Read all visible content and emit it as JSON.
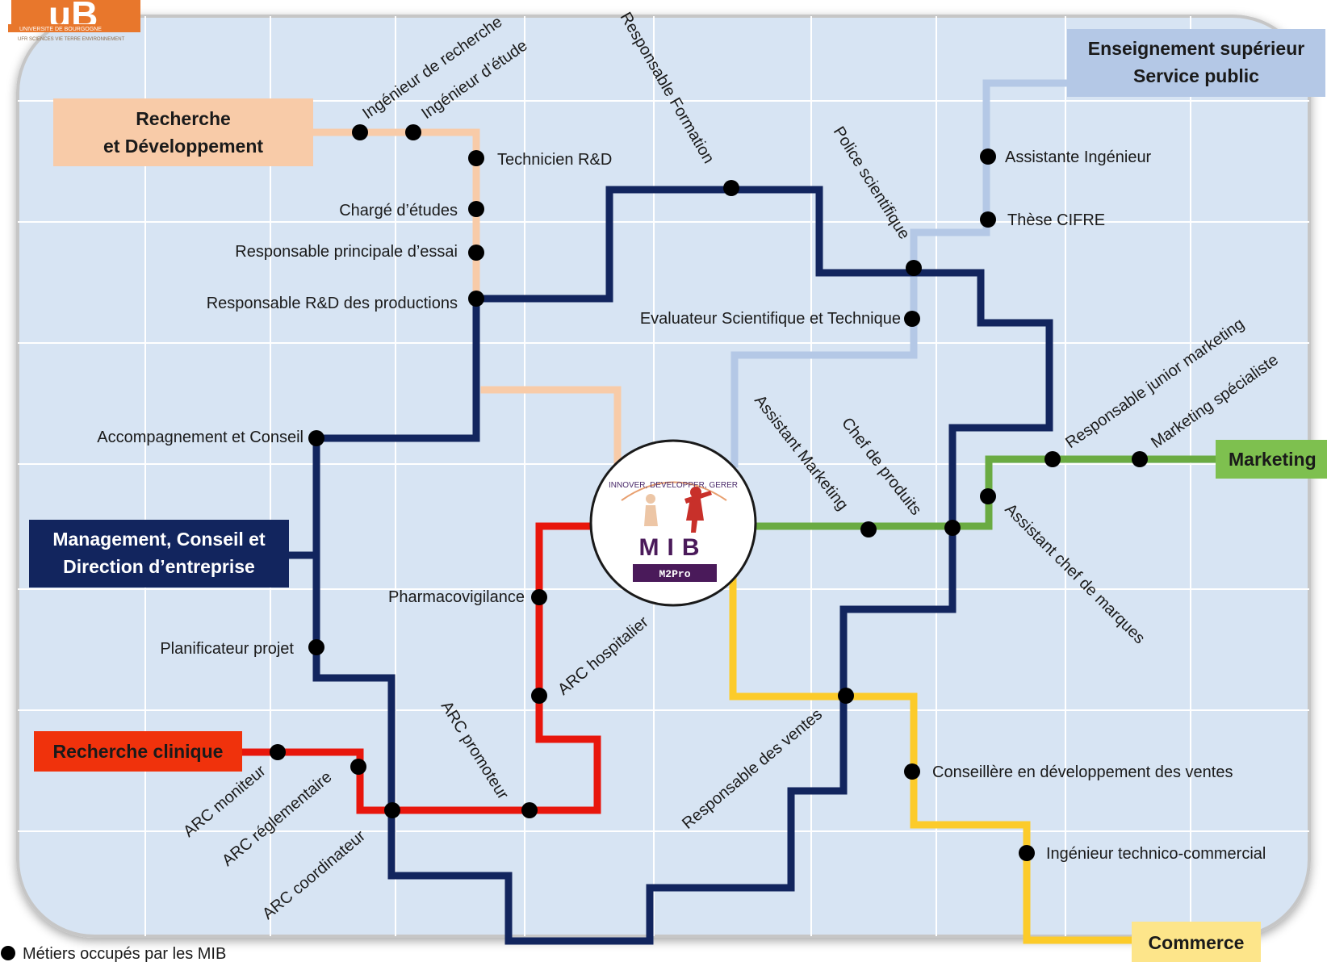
{
  "logo": {
    "initials": "uB",
    "university": "UNIVERSITE DE BOURGOGNE",
    "ufr": "UFR SCIENCES VIE TERRE ENVIRONNEMENT"
  },
  "center_logo": {
    "tagline": "INNOVER, DEVELOPPER, GERER",
    "title": "MIB",
    "subtitle": "M2Pro"
  },
  "colors": {
    "rd": "#f8cba8",
    "management": "#12255e",
    "clinique": "#e8160c",
    "marketing": "#6aab42",
    "commerce": "#fccb2a",
    "enseignement": "#b4c8e6",
    "background": "#d7e4f3",
    "grid": "#ffffff"
  },
  "lines": [
    {
      "id": "rd",
      "label": [
        "Recherche",
        "et Développement"
      ],
      "stations": [
        "Ingénieur de recherche",
        "Ingénieur d’étude",
        "Technicien R&D",
        "Chargé d’études",
        "Responsable principale d’essai",
        "Responsable R&D des productions"
      ]
    },
    {
      "id": "management",
      "label": [
        "Management, Conseil et",
        "Direction d’entreprise"
      ],
      "stations": [
        "Accompagnement et Conseil",
        "Planificateur projet",
        "Responsable Formation",
        "Police scientifique",
        "Evaluateur Scientifique et Technique",
        "Responsable des ventes",
        "ARC coordinateur"
      ]
    },
    {
      "id": "clinique",
      "label": [
        "Recherche clinique"
      ],
      "stations": [
        "ARC moniteur",
        "ARC réglementaire",
        "ARC promoteur",
        "Pharmacovigilance",
        "ARC hospitalier"
      ]
    },
    {
      "id": "enseignement",
      "label": [
        "Enseignement supérieur",
        "Service public"
      ],
      "stations": [
        "Assistante Ingénieur",
        "Thèse CIFRE"
      ]
    },
    {
      "id": "marketing",
      "label": [
        "Marketing"
      ],
      "stations": [
        "Assistant Marketing",
        "Chef de produits",
        "Assistant chef de marques",
        "Responsable junior marketing",
        "Marketing spécialiste"
      ]
    },
    {
      "id": "commerce",
      "label": [
        "Commerce"
      ],
      "stations": [
        "Conseillère en développement des ventes",
        "Ingénieur technico-commercial"
      ]
    }
  ],
  "legend": {
    "text": "Métiers occupés par les MIB"
  }
}
